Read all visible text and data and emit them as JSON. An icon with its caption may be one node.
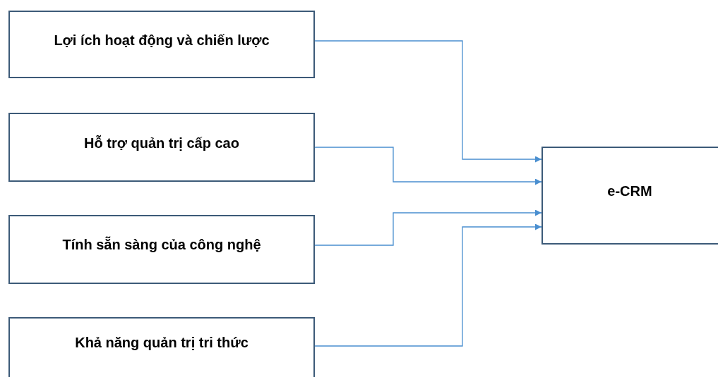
{
  "diagram": {
    "nodes": [
      {
        "text": [
          "Lợi ích hoạt động và chiến lược"
        ]
      },
      {
        "text": [
          "Hỗ trợ quản trị cấp cao"
        ]
      },
      {
        "text": [
          "Tính sẵn sàng của công nghệ"
        ]
      },
      {
        "text": [
          "Khả năng quản trị tri thức"
        ]
      },
      {
        "text": [
          "e-CRM"
        ]
      }
    ],
    "edges": [
      {
        "from": 0,
        "to": 4,
        "arrow": "to"
      },
      {
        "from": 1,
        "to": 4,
        "arrow": "to"
      },
      {
        "from": 2,
        "to": 4,
        "arrow": "to"
      },
      {
        "from": 3,
        "to": 4,
        "arrow": "to"
      }
    ]
  }
}
